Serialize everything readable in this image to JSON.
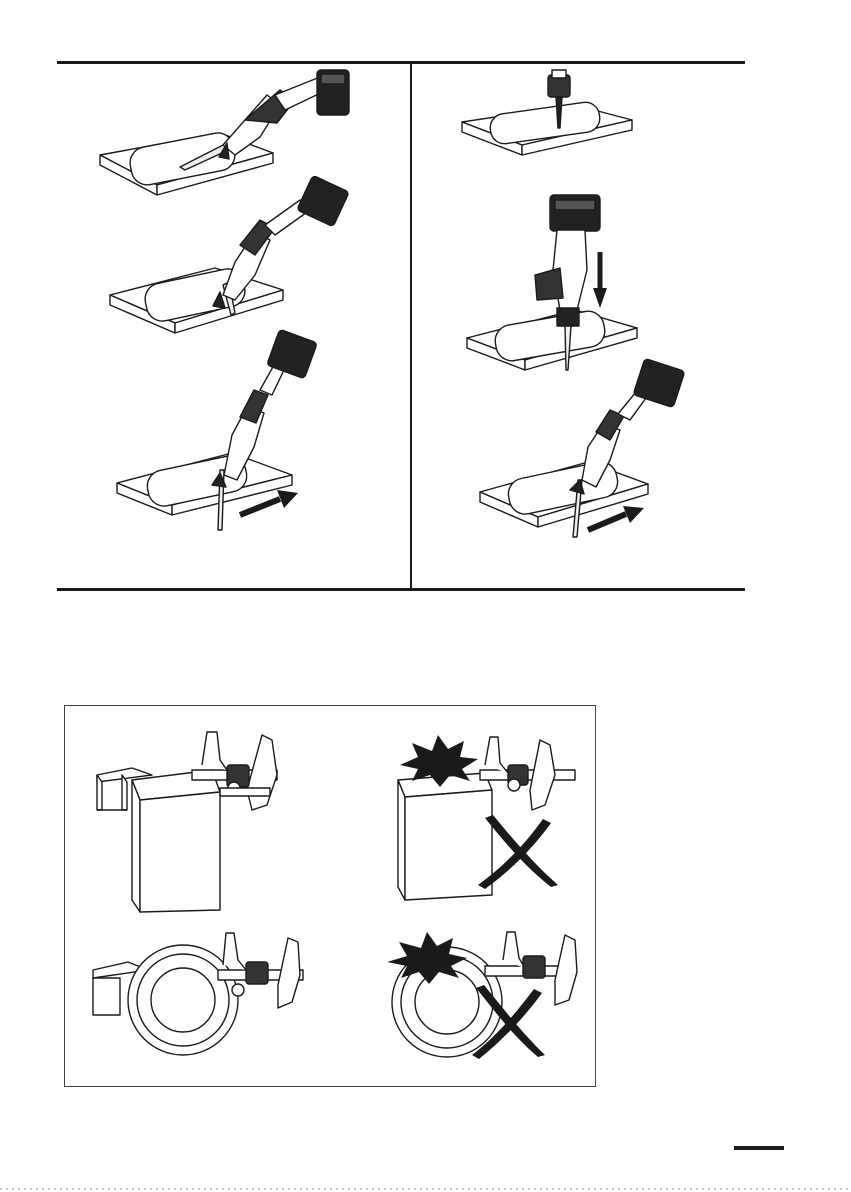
{
  "colors": {
    "ink": "#1a1a1a",
    "paper": "#ffffff",
    "board_fill": "#ffffff"
  },
  "figure_top": {
    "left_panel": {
      "steps": [
        "plunge-start",
        "plunge-tilt",
        "plunge-cut"
      ]
    },
    "right_panel": {
      "steps": [
        "pre-drill",
        "insert-blade",
        "cut-forward"
      ]
    }
  },
  "figure_bottom": {
    "items": [
      {
        "name": "correct-block-clamp",
        "mark": "none"
      },
      {
        "name": "wrong-block-clamp",
        "mark": "x-mark-icon"
      },
      {
        "name": "correct-pipe-clamp",
        "mark": "none"
      },
      {
        "name": "wrong-pipe-clamp",
        "mark": "x-mark-icon"
      }
    ]
  },
  "page_number": ""
}
